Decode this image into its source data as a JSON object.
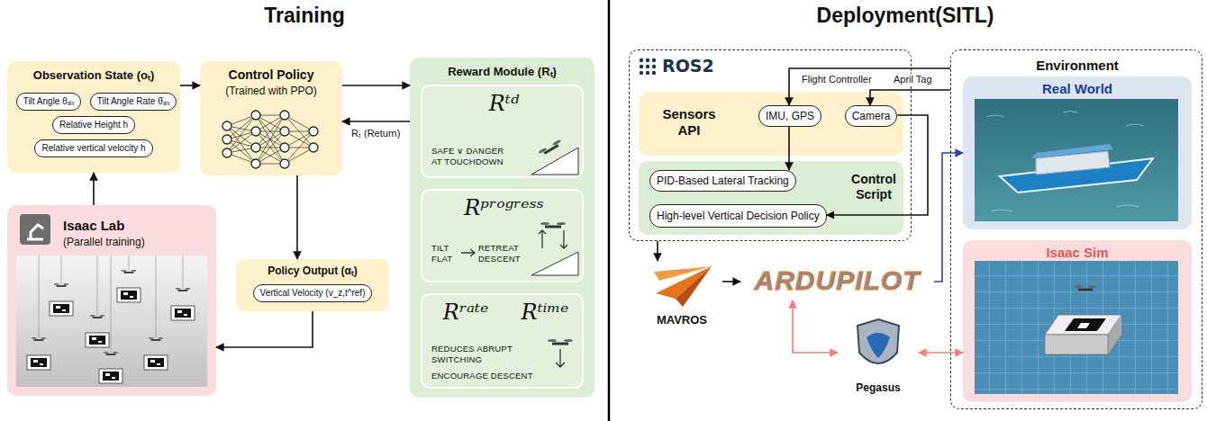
{
  "diagram": {
    "nodes": [
      {
        "text": [
          "Observation State (oₜ)"
        ]
      },
      {
        "text": [
          "Tilt Angle θₜᵢₗₜ"
        ],
        "in": 0
      },
      {
        "text": [
          "Tilt Angle Rate θ̇ₜᵢₗₜ"
        ],
        "in": 0
      },
      {
        "text": [
          "Relative Height h"
        ],
        "in": 0
      },
      {
        "text": [
          "Relative vertical velocity ḣ"
        ],
        "in": 0
      },
      {
        "text": [
          "Control Policy",
          "(Trained with PPO)"
        ]
      },
      {
        "text": [
          "Reward Module (Rₜ)"
        ]
      },
      {
        "text": [
          "Rᵗᵈ",
          "SAFE ∨ DANGER AT TOUCHDOWN"
        ],
        "in": 6
      },
      {
        "text": [
          "Rᵖʳᵒᵍʳᵉˢˢ",
          "TILT FLAT",
          "RETREAT DESCENT"
        ],
        "in": 6
      },
      {
        "text": [
          "Rʳᵃᵗᵉ",
          "Rᵗⁱᵐᵉ",
          "REDUCES ABRUPT SWITCHING",
          "ENCOURAGE DESCENT"
        ],
        "in": 6
      },
      {
        "text": [
          "Isaac Lab",
          "(Parallel training)"
        ]
      },
      {
        "text": [
          "Policy Output (αₜ)"
        ]
      },
      {
        "text": [
          "Vertical Velocity (v_z,t^ref)"
        ],
        "in": 11
      },
      {
        "text": [
          "ROS2"
        ]
      },
      {
        "text": [
          "Sensors API"
        ],
        "in": 13
      },
      {
        "text": [
          "IMU, GPS"
        ],
        "in": 14
      },
      {
        "text": [
          "Camera"
        ],
        "in": 14
      },
      {
        "text": [
          "Control Script"
        ],
        "in": 13
      },
      {
        "text": [
          "PID-Based Lateral Tracking"
        ],
        "in": 17
      },
      {
        "text": [
          "High-level Vertical Decision Policy"
        ],
        "in": 17
      },
      {
        "text": [
          "MAVROS"
        ]
      },
      {
        "text": [
          "ARDUPILOT"
        ]
      },
      {
        "text": [
          "Pegasus"
        ]
      },
      {
        "text": [
          "Environment"
        ]
      },
      {
        "text": [
          "Real World"
        ],
        "in": 23
      },
      {
        "text": [
          "Isaac Sim"
        ],
        "in": 23
      }
    ],
    "edges": [
      {
        "from": 0,
        "to": 5,
        "arrow": "to"
      },
      {
        "from": 5,
        "to": 6,
        "arrow": "to"
      },
      {
        "from": 6,
        "to": 5,
        "label": "Rₜ (Return)",
        "arrow": "to"
      },
      {
        "from": 5,
        "to": 11,
        "arrow": "to"
      },
      {
        "from": 11,
        "to": 10,
        "arrow": "to"
      },
      {
        "from": 10,
        "to": 0,
        "arrow": "to"
      },
      {
        "from": 23,
        "to": 15,
        "label": "Flight Controller",
        "arrow": "to"
      },
      {
        "from": 23,
        "to": 16,
        "label": "April Tag",
        "arrow": "to"
      },
      {
        "from": 15,
        "to": 18,
        "arrow": "to"
      },
      {
        "from": 16,
        "to": 19,
        "arrow": "to"
      },
      {
        "from": 13,
        "to": 20,
        "arrow": "to"
      },
      {
        "from": 20,
        "to": 21,
        "arrow": "to"
      },
      {
        "from": 21,
        "to": 24,
        "arrow": "to"
      },
      {
        "from": 21,
        "to": 22,
        "arrow": "both"
      },
      {
        "from": 22,
        "to": 25,
        "arrow": "both"
      }
    ],
    "labels": [
      "Training",
      "Deployment(SITL)"
    ]
  }
}
